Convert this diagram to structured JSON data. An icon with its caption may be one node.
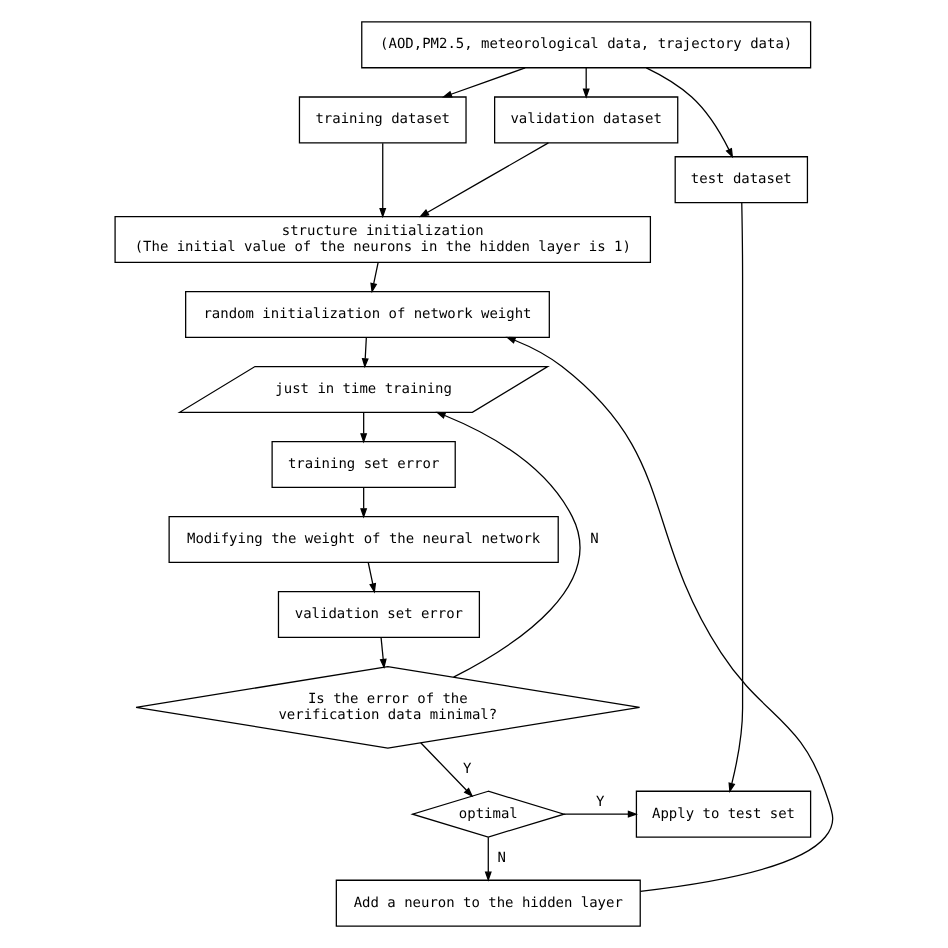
{
  "diagram": {
    "nodes": [
      {
        "text": [
          "(AOD,PM2.5, meteorological data, trajectory data)"
        ]
      },
      {
        "text": [
          "training dataset"
        ]
      },
      {
        "text": [
          "validation dataset"
        ]
      },
      {
        "text": [
          "test dataset"
        ]
      },
      {
        "text": [
          "structure initialization",
          "(The initial value of the neurons in the hidden layer is 1)"
        ]
      },
      {
        "text": [
          "random initialization of network weight"
        ]
      },
      {
        "text": [
          "just in time training"
        ]
      },
      {
        "text": [
          "training set error"
        ]
      },
      {
        "text": [
          "Modifying the weight of the neural network"
        ]
      },
      {
        "text": [
          "validation set error"
        ]
      },
      {
        "text": [
          "Is the error of the verification data minimal?"
        ]
      },
      {
        "text": [
          "optimal"
        ]
      },
      {
        "text": [
          "Add a neuron to the hidden layer"
        ]
      },
      {
        "text": [
          "Apply to test set"
        ]
      }
    ],
    "edges": [
      {
        "from": 0,
        "to": 1,
        "arrow": "to"
      },
      {
        "from": 0,
        "to": 2,
        "arrow": "to"
      },
      {
        "from": 0,
        "to": 3,
        "arrow": "to"
      },
      {
        "from": 1,
        "to": 4,
        "arrow": "to"
      },
      {
        "from": 2,
        "to": 4,
        "arrow": "to"
      },
      {
        "from": 4,
        "to": 5,
        "arrow": "to"
      },
      {
        "from": 5,
        "to": 6,
        "arrow": "to"
      },
      {
        "from": 6,
        "to": 7,
        "arrow": "to"
      },
      {
        "from": 7,
        "to": 8,
        "arrow": "to"
      },
      {
        "from": 8,
        "to": 9,
        "arrow": "to"
      },
      {
        "from": 9,
        "to": 10,
        "arrow": "to"
      },
      {
        "from": 10,
        "to": 6,
        "arrow": "to",
        "label": "N"
      },
      {
        "from": 10,
        "to": 11,
        "arrow": "to",
        "label": "Y"
      },
      {
        "from": 11,
        "to": 12,
        "arrow": "to",
        "label": "N"
      },
      {
        "from": 12,
        "to": 5,
        "arrow": "to"
      },
      {
        "from": 11,
        "to": 13,
        "arrow": "to",
        "label": "Y"
      },
      {
        "from": 3,
        "to": 13,
        "arrow": "to"
      }
    ]
  }
}
